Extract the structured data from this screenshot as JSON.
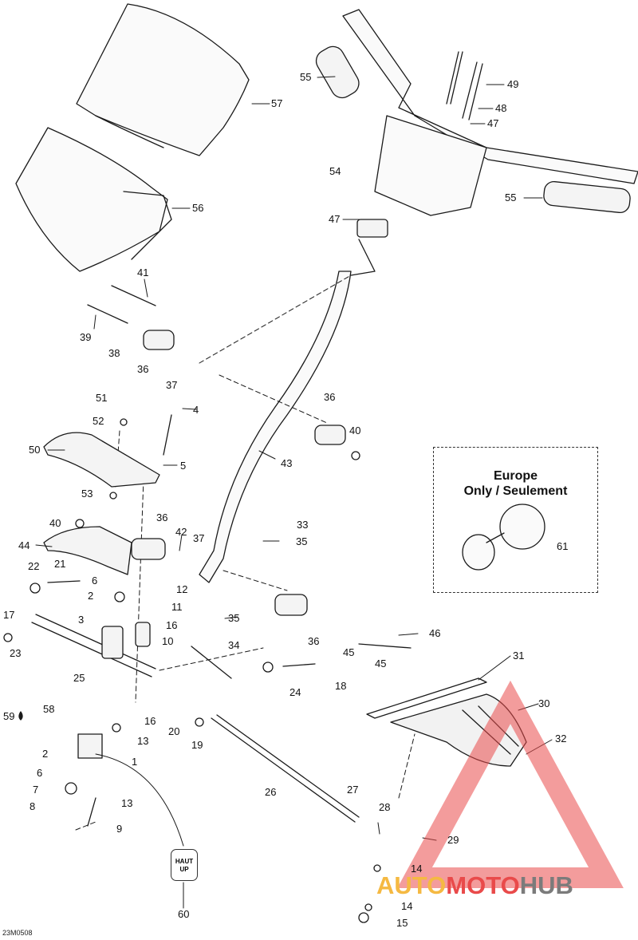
{
  "diagram": {
    "drawing_code": "23M0508",
    "europe_note": {
      "line1": "Europe",
      "line2": "Only / Seulement"
    },
    "hautup_label": {
      "line1": "HAUT",
      "line2": "UP"
    },
    "watermark": {
      "part1": "AUTO",
      "part2": "MOTO",
      "part3": "HUB"
    },
    "callouts": [
      "57",
      "55",
      "49",
      "48",
      "47",
      "54",
      "55",
      "56",
      "47",
      "41",
      "39",
      "38",
      "36",
      "37",
      "36",
      "40",
      "51",
      "4",
      "52",
      "50",
      "5",
      "53",
      "43",
      "36",
      "33",
      "40",
      "44",
      "42",
      "37",
      "35",
      "22",
      "21",
      "6",
      "12",
      "2",
      "11",
      "17",
      "3",
      "35",
      "16",
      "36",
      "45",
      "46",
      "10",
      "34",
      "45",
      "23",
      "31",
      "25",
      "30",
      "59",
      "58",
      "16",
      "24",
      "18",
      "20",
      "19",
      "13",
      "32",
      "2",
      "1",
      "6",
      "26",
      "27",
      "7",
      "13",
      "28",
      "8",
      "9",
      "29",
      "14",
      "60",
      "14",
      "15",
      "61"
    ]
  },
  "colors": {
    "line": "#1a1a1a",
    "watermark_red": "#e94a4a",
    "watermark_orange": "#f5b942",
    "watermark_gray": "#7b7b7b"
  }
}
